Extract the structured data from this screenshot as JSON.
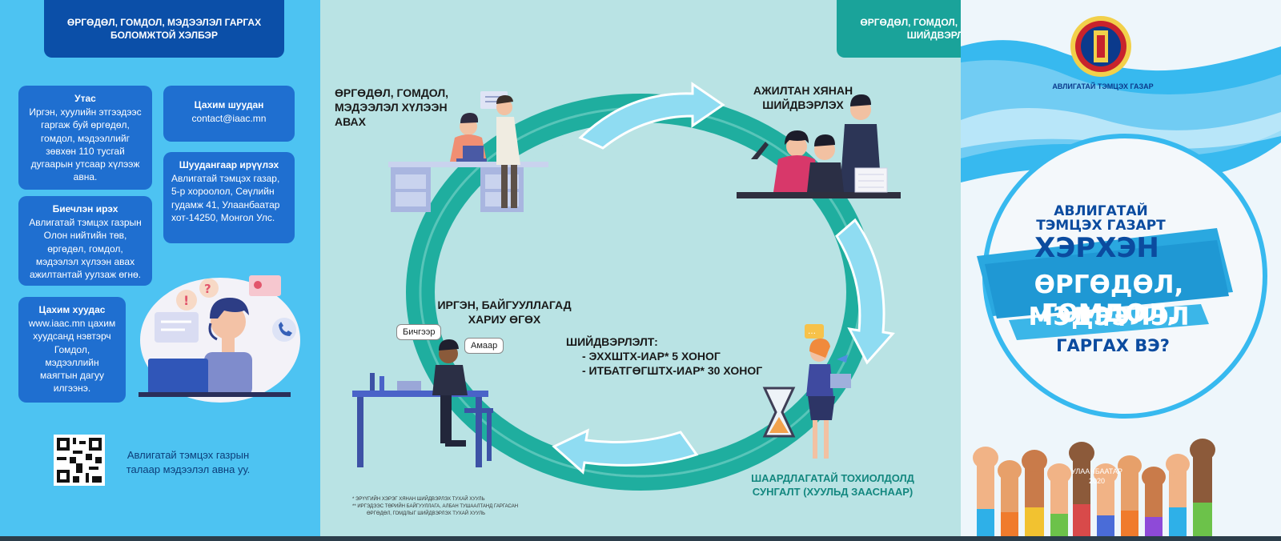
{
  "left": {
    "header": "ӨРГӨДӨЛ, ГОМДОЛ, МЭДЭЭЛЭЛ ГАРГАХ БОЛОМЖТОЙ ХЭЛБЭР",
    "phone": {
      "title": "Утас",
      "text": "Иргэн, хуулийн этгээдээс гаргаж буй өргөдөл, гомдол, мэдээллийг зөвхөн 110 тусгай дугаарын утсаар хүлээж авна."
    },
    "email": {
      "title": "Цахим шуудан",
      "text": "contact@iaac.mn"
    },
    "post": {
      "title": "Шуудангаар ирүүлэх",
      "text": "Авлигатай тэмцэх газар, 5-р хороолол, Сөүлийн гудамж 41, Улаанбаатар хот-14250, Монгол Улс."
    },
    "visit": {
      "title": "Биечлэн ирэх",
      "text": "Авлигатай тэмцэх газрын Олон нийтийн төв, өргөдөл, гомдол, мэдээлэл хүлээн авах ажилтантай уулзаж өгнө."
    },
    "web": {
      "title": "Цахим хуудас",
      "text": "www.iaac.mn цахим хуудсанд нэвтэрч Гомдол, мэдээллийн маягтын дагуу илгээнэ."
    },
    "qr_note": "Авлигатай тэмцэх газрын талаар мэдээлэл авна уу."
  },
  "middle": {
    "header": "ӨРГӨДӨЛ, ГОМДОЛ, МЭДЭЭЛЛИЙН ШИЙДВЭРЛЭЛТ",
    "step1": "ӨРГӨДӨЛ, ГОМДОЛ, МЭДЭЭЛЭЛ ХҮЛЭЭН АВАХ",
    "step2": "АЖИЛТАН ХЯНАН ШИЙДВЭРЛЭХ",
    "step3": "ИРГЭН, БАЙГУУЛЛАГАД ХАРИУ ӨГӨХ",
    "bubble_written": "Бичгээр",
    "bubble_oral": "Амаар",
    "resolution_title": "ШИЙДВЭРЛЭЛТ:",
    "resolution_1": "- ЭХХШТХ-ИАР* 5 ХОНОГ",
    "resolution_2": "- ИТБАТГӨГШТХ-ИАР* 30 ХОНОГ",
    "extension": "ШААРДЛАГАТАЙ ТОХИОЛДОЛД СУНГАЛТ (ХУУЛЬД ЗААСНААР)",
    "footnote_1": "*    ЭРҮҮГИЙН ХЭРЭГ ХЯНАН ШИЙДВЭРЛЭХ ТУХАЙ ХУУЛЬ",
    "footnote_2": "**   ИРГЭДЭЭС ТӨРИЙН БАЙГУУЛЛАГА, АЛБАН ТУШААЛТАНД ГАРГАСАН",
    "footnote_3": "ӨРГӨДӨЛ, ГОМДЛЫГ ШИЙДВЭРЛЭХ ТУХАЙ ХУУЛЬ"
  },
  "right": {
    "logo_text": "АВЛИГАТАЙ ТЭМЦЭХ ГАЗАР",
    "line1": "АВЛИГАТАЙ",
    "line2": "ТЭМЦЭХ ГАЗАРТ",
    "line3": "ХЭРХЭН",
    "line4": "ӨРГӨДӨЛ, ГОМДОЛ,",
    "line5": "МЭДЭЭЛЭЛ",
    "line6": "ГАРГАХ ВЭ?",
    "city": "УЛААНБААТАР",
    "year": "2020"
  },
  "colors": {
    "left_bg": "#4dc3f2",
    "dark_blue": "#0b4fa8",
    "card_blue": "#1f6fd0",
    "mid_bg": "#b9e3e4",
    "teal": "#1aa39a",
    "ring": "#1fae9f"
  }
}
